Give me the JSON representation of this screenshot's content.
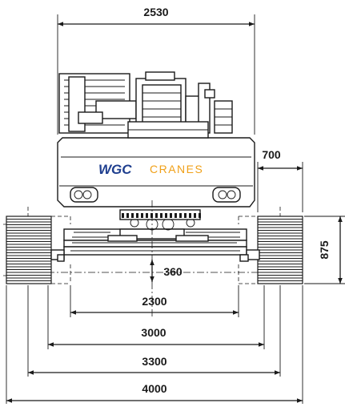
{
  "brand": {
    "wgc": "WGC",
    "cranes": "CRANES",
    "blue": "#1f3f8f",
    "orange": "#f0a018"
  },
  "dimensions": {
    "superstructure_width": "2530",
    "track_shoe_width": "700",
    "track_height": "875",
    "ground_clearance": "360",
    "track_gauge_retracted": "2300",
    "track_gauge_extended": "3000",
    "overall_width_retracted": "3300",
    "overall_width_extended": "4000"
  }
}
